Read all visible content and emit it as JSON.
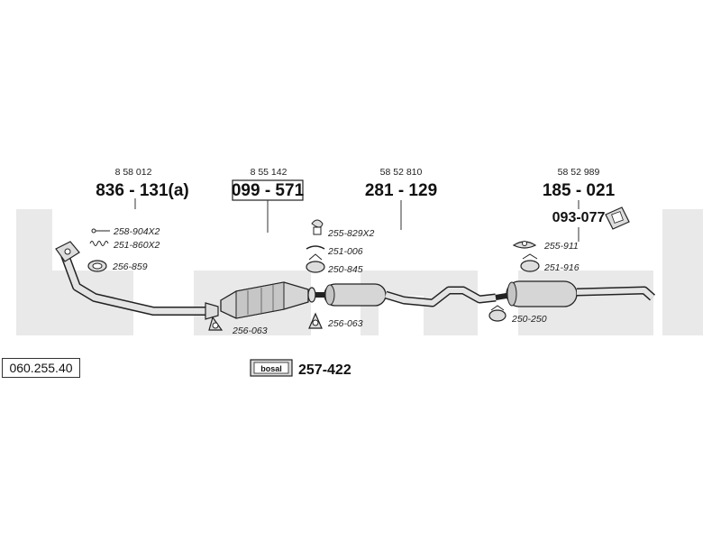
{
  "catalog_number": "060.255.40",
  "watermark": "bosal",
  "colors": {
    "watermark": "#e9e9e9",
    "line": "#333333",
    "fill": "#d6d6d6"
  },
  "sections": [
    {
      "oe": "8 58 012",
      "part": "836 - 131(a)"
    },
    {
      "oe": "8 55 142",
      "part": "099 - 571"
    },
    {
      "oe": "58 52 810",
      "part": "281 - 129"
    },
    {
      "oe": "58 52 989",
      "part": "185 - 021"
    }
  ],
  "accessories": {
    "a1": "258-904X2",
    "a2": "251-860X2",
    "a3": "256-859",
    "a4": "256-063",
    "a5": "255-829X2",
    "a6": "251-006",
    "a7": "250-845",
    "a8": "256-063",
    "a9": "255-911",
    "a10": "251-916",
    "a11": "250-250",
    "a12": "093-077"
  },
  "kit": {
    "brand": "bosal",
    "part": "257-422"
  }
}
